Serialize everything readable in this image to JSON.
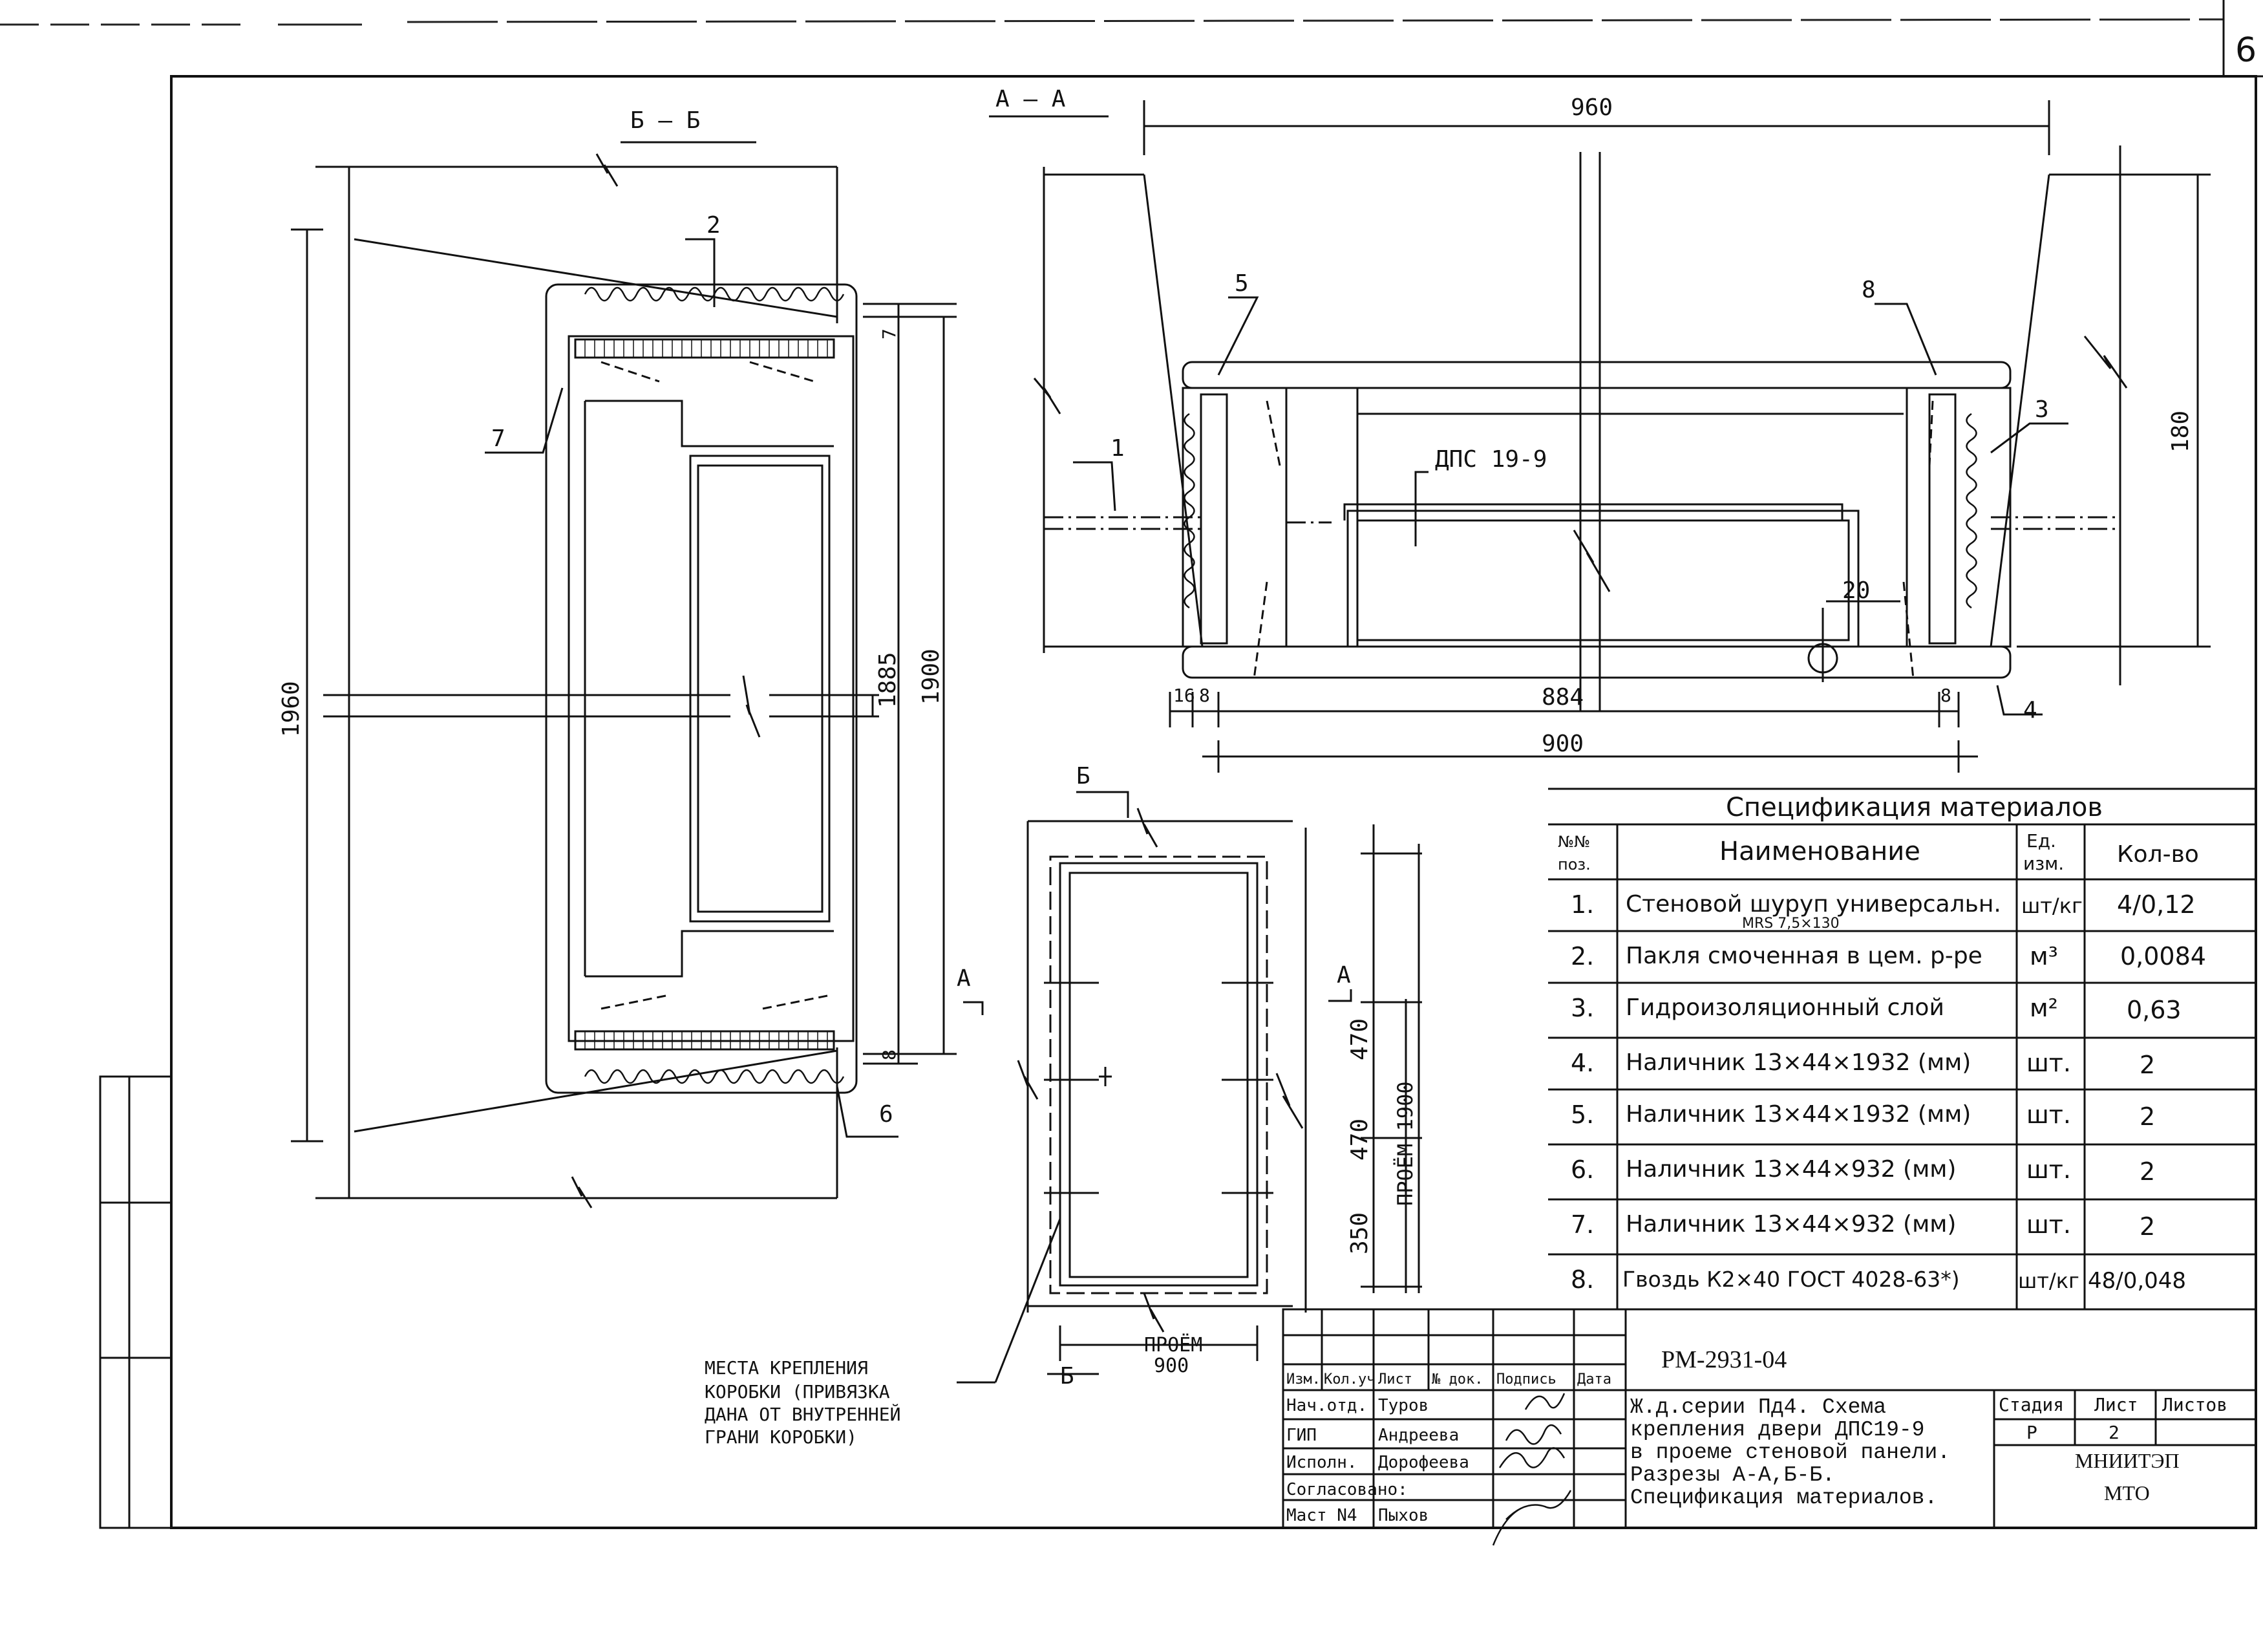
{
  "sheet": {
    "number": "6"
  },
  "views": {
    "section_bb": {
      "title": "Б – Б",
      "dims": {
        "total_height": "1960",
        "frame_height": "1900",
        "door_height": "1885",
        "gap_top": "7",
        "gap_bottom": "8"
      }
    },
    "section_aa": {
      "title": "А – А",
      "door_label": "ДПС 19-9",
      "dims": {
        "overall_width": "960",
        "frame_width": "900",
        "door_width": "884",
        "left_gap": "16",
        "left_small": "8",
        "right_small": "8",
        "offset": "20",
        "depth": "180"
      }
    },
    "elevation": {
      "cut_b": "Б",
      "cut_a": "А",
      "dims": {
        "d1": "470",
        "d2": "470",
        "d3": "350",
        "opening_h": "ПРОЁМ 1900"
      },
      "opening_w_label": "ПРОЁМ",
      "opening_w_value": "900"
    },
    "markers": [
      "1",
      "2",
      "3",
      "4",
      "5",
      "6",
      "7",
      "8"
    ]
  },
  "note": {
    "lines": [
      "МЕСТА КРЕПЛЕНИЯ",
      "КОРОБКИ (ПРИВЯЗКА",
      "ДАНА ОТ ВНУТРЕННЕЙ",
      "ГРАНИ КОРОБКИ)"
    ]
  },
  "spec": {
    "title": "Спецификация материалов",
    "headers": {
      "pos": [
        "№№",
        "поз."
      ],
      "name": "Наименование",
      "unit": [
        "Ед.",
        "изм."
      ],
      "qty": "Кол-во"
    },
    "rows": [
      {
        "pos": "1.",
        "name": "Стеновой шуруп универсальн.",
        "sub": "MRS 7,5×130",
        "unit": "шт/кг",
        "qty": "4/0,12"
      },
      {
        "pos": "2.",
        "name": "Пакля смоченная в цем. р-ре",
        "unit": "м³",
        "qty": "0,0084"
      },
      {
        "pos": "3.",
        "name": "Гидроизоляционный слой",
        "unit": "м²",
        "qty": "0,63"
      },
      {
        "pos": "4.",
        "name": "Наличник 13×44×1932 (мм)",
        "unit": "шт.",
        "qty": "2"
      },
      {
        "pos": "5.",
        "name": "Наличник 13×44×1932 (мм)",
        "unit": "шт.",
        "qty": "2"
      },
      {
        "pos": "6.",
        "name": "Наличник 13×44×932 (мм)",
        "unit": "шт.",
        "qty": "2"
      },
      {
        "pos": "7.",
        "name": "Наличник 13×44×932 (мм)",
        "unit": "шт.",
        "qty": "2"
      },
      {
        "pos": "8.",
        "name": "Гвоздь К2×40 ГОСТ 4028-63*)",
        "unit": "шт/кг",
        "qty": "48/0,048"
      }
    ]
  },
  "titleblock": {
    "code": "РМ-2931-04",
    "col_headers": [
      "Изм.",
      "Кол.уч",
      "Лист",
      "№ док.",
      "Подпись",
      "Дата"
    ],
    "roles": [
      {
        "role": "Нач.отд.",
        "name": "Туров"
      },
      {
        "role": "ГИП",
        "name": "Андреева"
      },
      {
        "role": "Исполн.",
        "name": "Дорофеева"
      },
      {
        "role": "Согласовано:",
        "name": ""
      },
      {
        "role": "Маст N4",
        "name": "Пыхов"
      }
    ],
    "description": [
      "Ж.д.серии Пд4.  Схема",
      "крепления двери  ДПС19-9",
      "в проеме стеновой панели.",
      "Разрезы  А-А,Б-Б.",
      "Спецификация  материалов."
    ],
    "stage_header": "Стадия",
    "sheet_header": "Лист",
    "sheets_header": "Листов",
    "stage": "Р",
    "sheet": "2",
    "org": [
      "МНИИТЭП",
      "МТО"
    ]
  }
}
